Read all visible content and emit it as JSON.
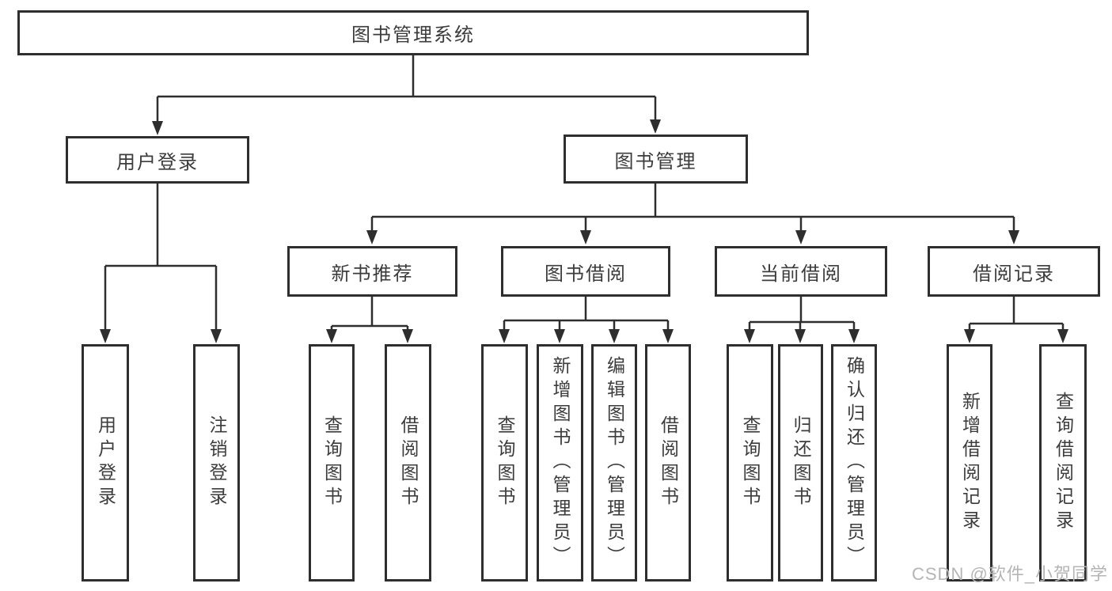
{
  "tree": {
    "root": "图书管理系统",
    "children": [
      {
        "label": "用户登录",
        "children": [
          "用户登录",
          "注销登录"
        ]
      },
      {
        "label": "图书管理",
        "children": [
          {
            "label": "新书推荐",
            "children": [
              "查询图书",
              "借阅图书"
            ]
          },
          {
            "label": "图书借阅",
            "children": [
              "查询图书",
              "新增图书（管理员）",
              "编辑图书（管理员）",
              "借阅图书"
            ]
          },
          {
            "label": "当前借阅",
            "children": [
              "查询图书",
              "归还图书",
              "确认归还（管理员）"
            ]
          },
          {
            "label": "借阅记录",
            "children": [
              "新增借阅记录",
              "查询借阅记录"
            ]
          }
        ]
      }
    ]
  },
  "watermark": {
    "text": "CSDN @软件_小贺同学"
  },
  "colors": {
    "background": "#ffffff",
    "line": "#2e2e2e",
    "box_border": "#2e2e2e",
    "text": "#3c3c3c",
    "watermark": "#b5b5b5"
  }
}
